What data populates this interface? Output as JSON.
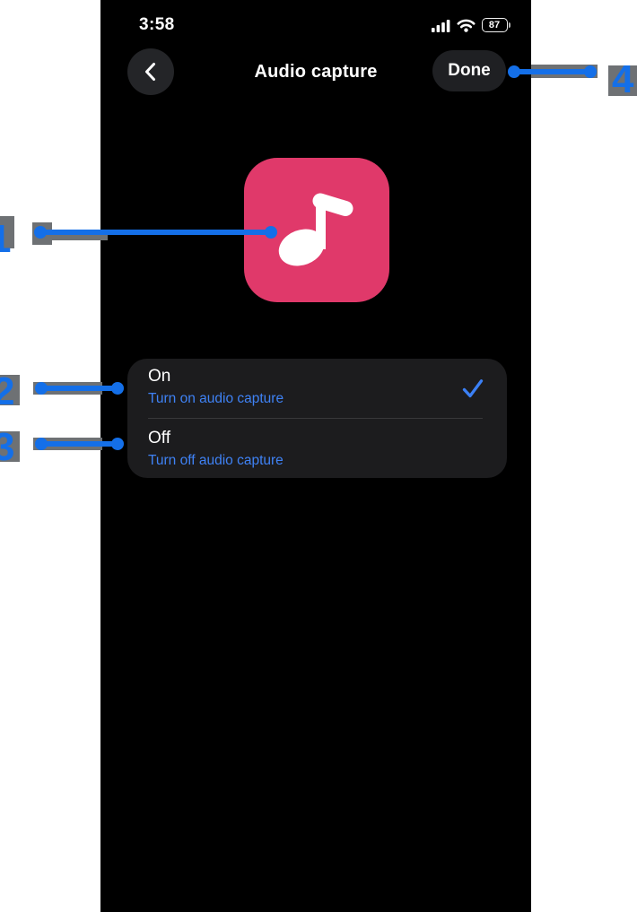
{
  "status_bar": {
    "time": "3:58",
    "battery_percent": "87",
    "icons": [
      "cellular-signal-icon",
      "wifi-icon",
      "battery-icon"
    ]
  },
  "nav_bar": {
    "back_icon": "chevron-left-icon",
    "title": "Audio capture",
    "done_label": "Done"
  },
  "hero_icon": {
    "name": "music-note-icon",
    "bg_color": "#E0396A"
  },
  "options": [
    {
      "label": "On",
      "description": "Turn on audio capture",
      "selected": true,
      "trailing_icon": "checkmark-icon"
    },
    {
      "label": "Off",
      "description": "Turn off audio capture",
      "selected": false
    }
  ],
  "annotations": [
    {
      "id": "1",
      "target": "music-note-icon"
    },
    {
      "id": "2",
      "target": "option-on"
    },
    {
      "id": "3",
      "target": "option-off"
    },
    {
      "id": "4",
      "target": "done-button"
    }
  ],
  "colors": {
    "annotation_blue": "#146FE8",
    "annotation_gray": "#6E7174",
    "link_blue": "#3F82F5",
    "icon_pink": "#E0396A",
    "card_bg": "#1C1C1E",
    "screen_bg": "#000000"
  }
}
